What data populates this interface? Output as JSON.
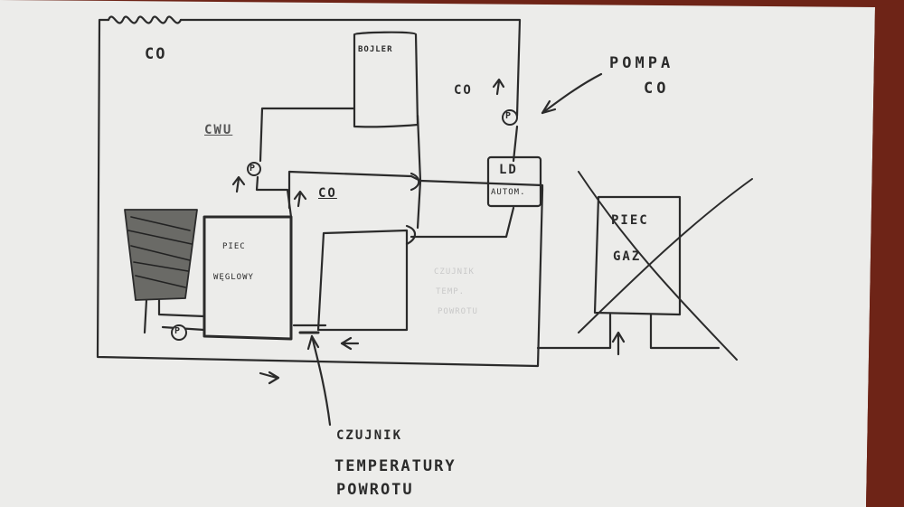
{
  "labels": {
    "co_top": "CO",
    "bojler": "BOJLER",
    "co_riser": "CO",
    "pompa_co_line1": "POMPA",
    "pompa_co_line2": "CO",
    "cwu": "CWU",
    "co_mid": "CO",
    "ld_autom_line1": "LD",
    "ld_autom_line2": "AUTOM.",
    "piec_weglowy_line1": "PIEC",
    "piec_weglowy_line2": "WĘGLOWY",
    "piec_gaz_line1": "PIEC",
    "piec_gaz_line2": "GAZ",
    "faint_note_line1": "CZUJNIK",
    "faint_note_line2": "TEMP.",
    "faint_note_line3": "POWROTU",
    "sensor_line1": "CZUJNIK",
    "sensor_line2": "TEMPERATURY",
    "sensor_line3": "POWROTU"
  },
  "pumps": [
    "P",
    "P",
    "P"
  ],
  "colors": {
    "paper": "#ececea",
    "ink": "#2b2b2b",
    "background": "#6e2417"
  }
}
